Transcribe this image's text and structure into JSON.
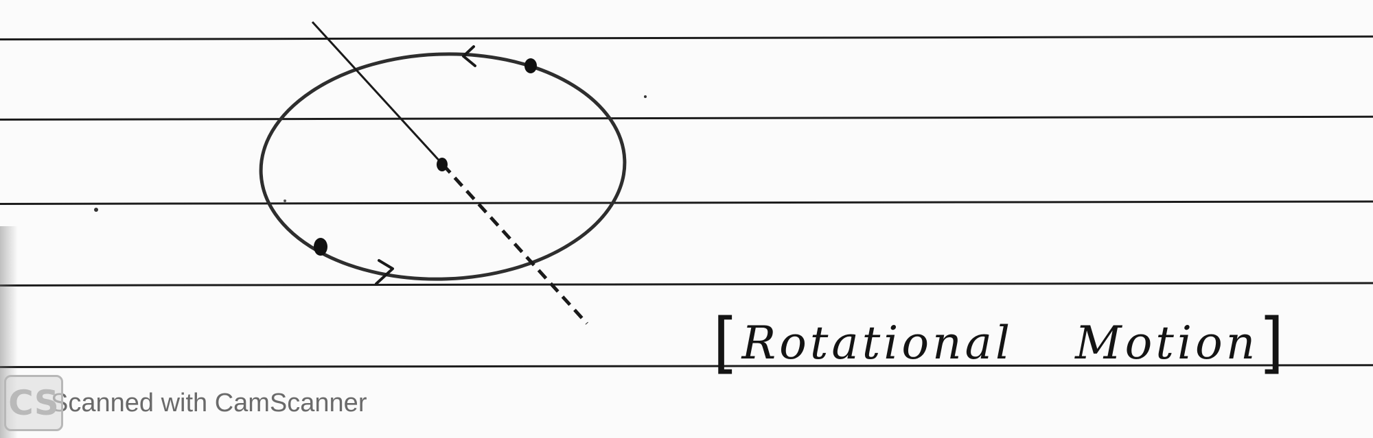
{
  "caption": {
    "open_bracket": "[",
    "word_1": "Rotational",
    "word_2": "Motion",
    "close_bracket": "]"
  },
  "watermark": {
    "logo_letters": "CS",
    "text": "Scanned with CamScanner"
  },
  "colors": {
    "ink": "#141414",
    "ellipse": "#2e2e2e",
    "ruled_line": "#1c1c1c",
    "paper": "#fbfbfb",
    "watermark_text": "#6a6a6a"
  },
  "icons": [
    "camscanner-logo-icon"
  ]
}
